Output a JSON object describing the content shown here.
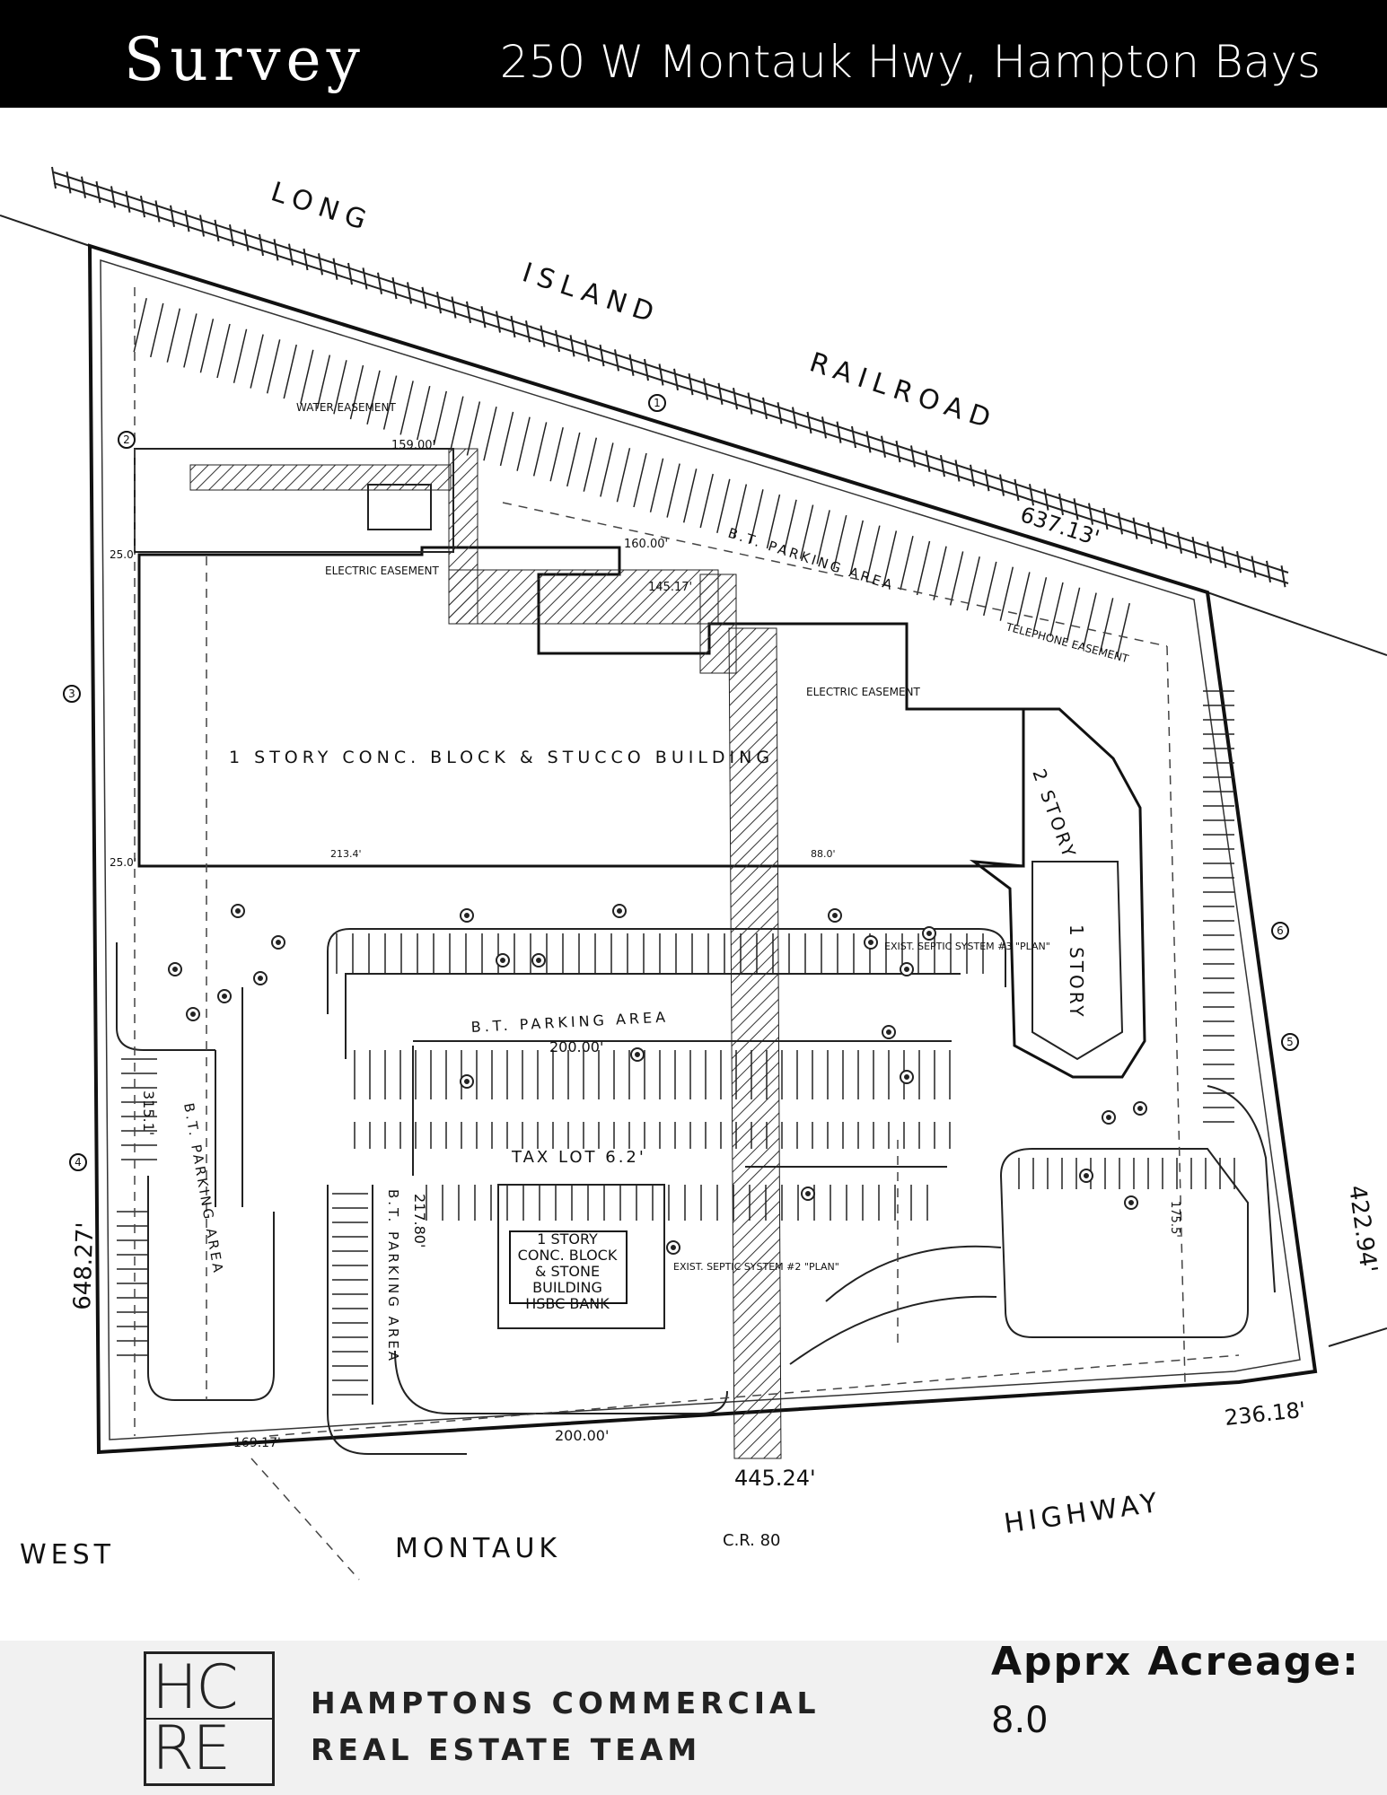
{
  "header": {
    "title": "Survey",
    "address": "250 W Montauk Hwy, Hampton Bays"
  },
  "survey": {
    "railroad_label": [
      "LONG",
      "ISLAND",
      "RAILROAD"
    ],
    "highway_label": [
      "WEST",
      "MONTAUK",
      "HIGHWAY"
    ],
    "county_road": "C.R. 80",
    "main_building": "1 STORY CONC. BLOCK & STUCCO BUILDING",
    "east_building_upper": "2 STORY",
    "east_building_lower": "1 STORY",
    "bank_building": [
      "1 STORY",
      "CONC. BLOCK",
      "& STONE",
      "BUILDING",
      "HSBC BANK"
    ],
    "parking_center": "B.T. PARKING AREA",
    "parking_west": "B.T. PARKING AREA",
    "parking_north": "B.T. PARKING AREA",
    "parking_south": "B.T. PARKING AREA",
    "tax_lot": "TAX LOT 6.2'",
    "easements": {
      "water": "WATER EASEMENT",
      "electric_west": "ELECTRIC EASEMENT",
      "electric_center": "ELECTRIC EASEMENT",
      "telephone": "TELEPHONE EASEMENT"
    },
    "septic": [
      "EXIST. SEPTIC SYSTEM #3 \"PLAN\"",
      "EXIST. SEPTIC SYSTEM #2 \"PLAN\""
    ],
    "dimensions": {
      "north": "637.13'",
      "west": "648.27'",
      "south_main": "445.24'",
      "south_east": "236.18'",
      "east": "422.94'",
      "d200_center": "200.00'",
      "d200_south": "200.00'",
      "d315": "315.1'",
      "d217": "217.80'",
      "d169": "169.17'",
      "d159": "159.00'",
      "d160": "160.00'",
      "d145": "145.17'",
      "d175": "175.5'",
      "d25a": "25.0'",
      "d25b": "25.0'",
      "d213": "213.4'",
      "d88": "88.0'"
    },
    "circled_refs": [
      "1",
      "2",
      "3",
      "4",
      "5",
      "6"
    ]
  },
  "footer": {
    "logo_top": "HC",
    "logo_bottom": "RE",
    "team_line1": "HAMPTONS COMMERCIAL",
    "team_line2": "REAL ESTATE TEAM",
    "acreage_label": "Apprx Acreage:",
    "acreage_value": "8.0"
  }
}
